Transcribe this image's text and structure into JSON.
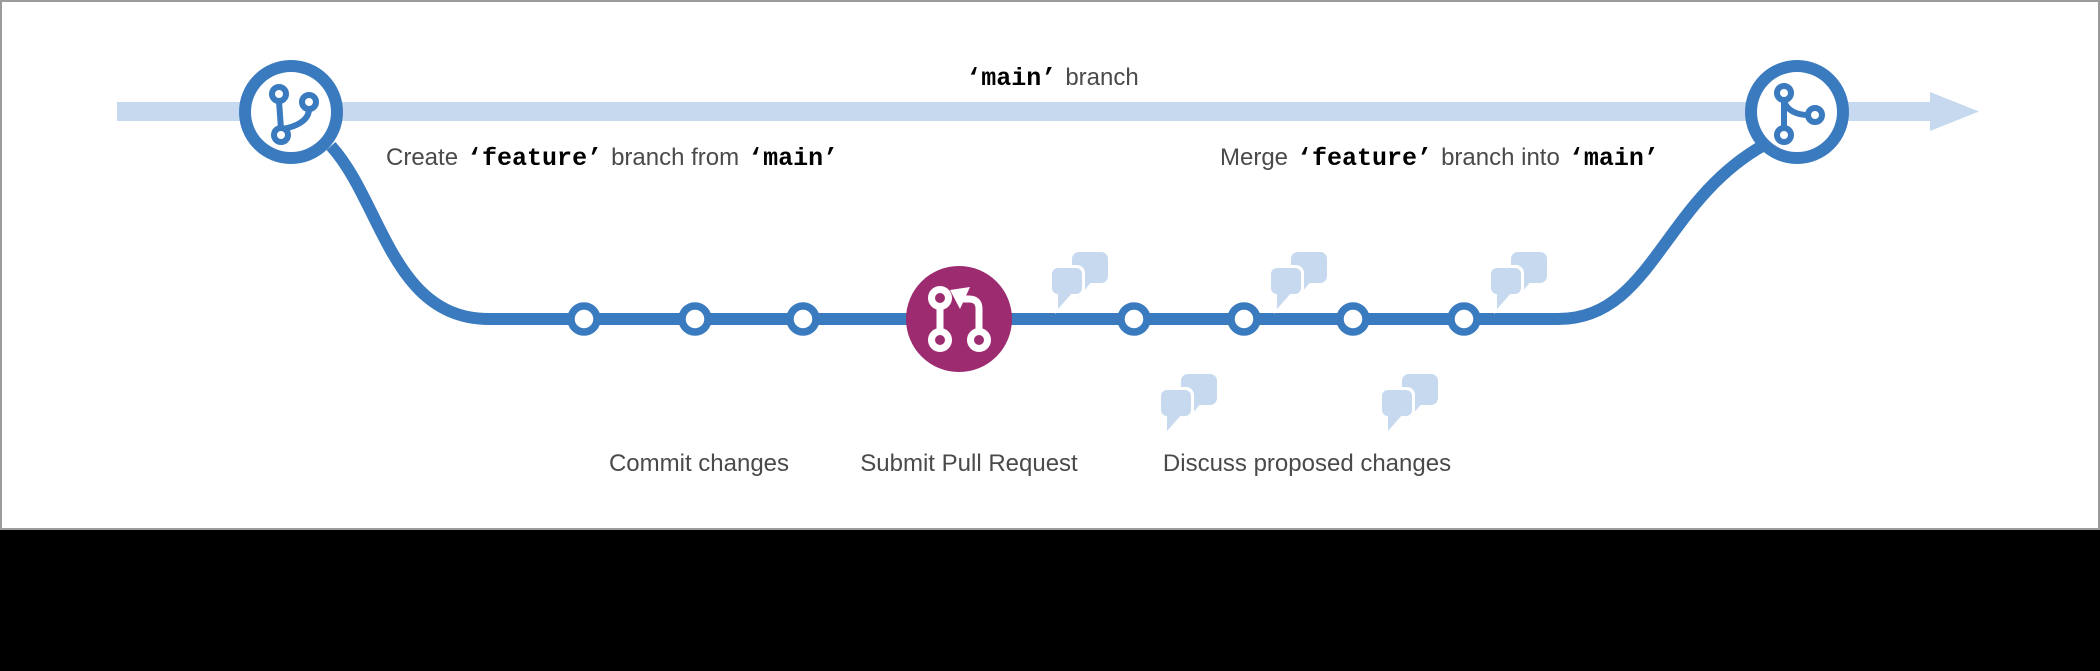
{
  "figure": {
    "main_branch_label": {
      "code": "‘main’",
      "text": "branch"
    },
    "annotations": {
      "create": {
        "pre": "Create",
        "code1": "‘feature’",
        "mid": "branch from",
        "code2": "‘main’"
      },
      "merge": {
        "pre": "Merge",
        "code1": "‘feature’",
        "mid": "branch into",
        "code2": "‘main’"
      }
    },
    "step_labels": {
      "commit": "Commit changes",
      "pull_request": "Submit Pull Request",
      "discuss": "Discuss proposed changes"
    },
    "workflow": {
      "branch_from": "main",
      "feature_branch": "feature",
      "commits_before_pull_request": 3,
      "commits_after_pull_request": 4,
      "discussion_bubbles_above_line": 3,
      "discussion_bubbles_below_line": 2
    },
    "icons": {
      "left_node": "git-branch-icon",
      "center_node": "pull-request-icon",
      "right_node": "git-merge-icon",
      "discussion": "comment-bubbles-icon",
      "main_line_end": "arrow-right-icon"
    },
    "colors": {
      "main_branch": "#c6d9ee",
      "feature_branch": "#3a7abe",
      "pull_request": "#9d2b70",
      "text_gray": "#4a4a4a",
      "code_black": "#000000",
      "frame_border": "#9b9b9b",
      "letterbox": "#000000"
    }
  }
}
